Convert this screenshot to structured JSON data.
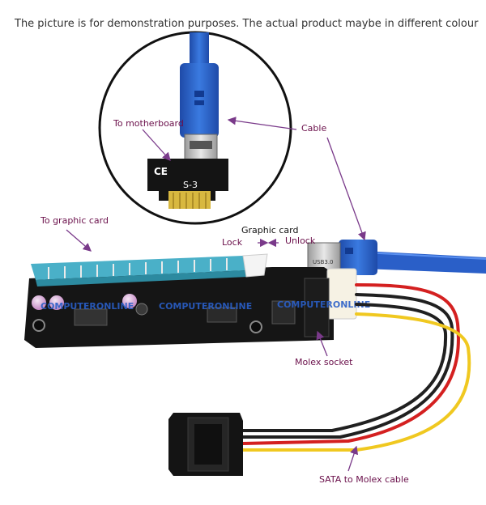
{
  "caption": "The picture is for demonstration purposes. The actual product maybe in different colour",
  "callouts": {
    "to_motherboard": "To motherboard",
    "cable": "Cable",
    "to_graphic_card": "To graphic card",
    "graphic_card": "Graphic card",
    "lock": "Lock",
    "unlock": "Unlock",
    "molex_socket": "Molex socket",
    "sata_to_molex": "SATA to Molex cable"
  },
  "board_marks": {
    "ce": "CE",
    "model": "S-3",
    "model_small": "S-3",
    "usb_mark": "USB3.0"
  },
  "watermarks": [
    "COMPUTERONLINE",
    "COMPUTERONLINE",
    "COMPUTERONLINE"
  ],
  "colors": {
    "label_text": "#6a0f4a",
    "arrow": "#7a3a8a",
    "usb_blue": "#2a5fc8",
    "pcb": "#151515",
    "slot_teal": "#4ab0c8",
    "gold": "#d8b840",
    "wire_red": "#d42020",
    "wire_yellow": "#f0c820",
    "wire_black": "#202020"
  }
}
